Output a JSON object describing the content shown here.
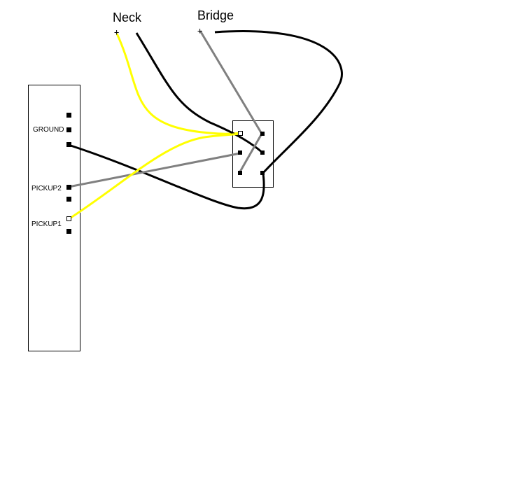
{
  "labels": {
    "neck": "Neck",
    "bridge": "Bridge",
    "ground": "GROUND",
    "pickup2": "PICKUP2",
    "pickup1": "PICKUP1",
    "neck_hot_marker": "+",
    "bridge_hot_marker": "+"
  },
  "colors": {
    "background": "#ffffff",
    "outline": "#000000",
    "wire_black": "#000000",
    "wire_yellow": "#ffff00",
    "wire_gray": "#808080",
    "terminal": "#000000"
  },
  "components": {
    "output_jack_terminals": 7,
    "switch_terminals": 6
  }
}
